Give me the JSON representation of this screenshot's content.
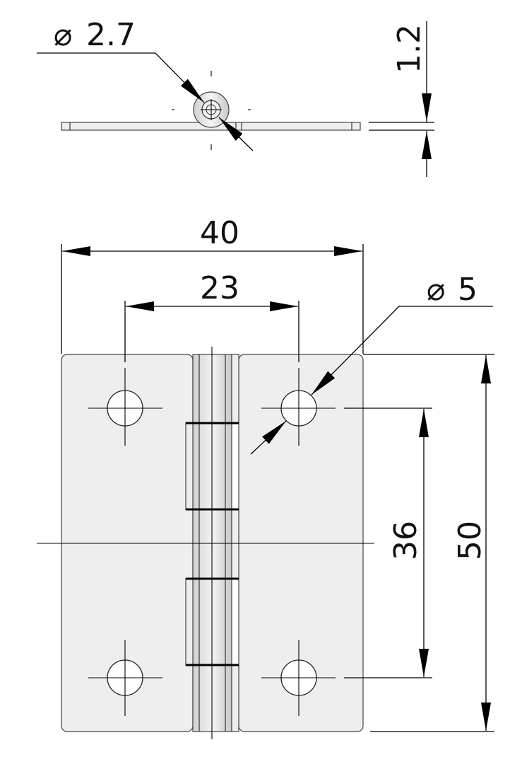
{
  "dimensions": {
    "pin_diameter": {
      "symbol": "⌀",
      "value": "2.7"
    },
    "thickness": {
      "value": "1.2"
    },
    "overall_width": {
      "value": "40"
    },
    "hole_spacing_x": {
      "value": "23"
    },
    "hole_diameter": {
      "symbol": "⌀",
      "value": "5"
    },
    "hole_spacing_y": {
      "value": "36"
    },
    "overall_height": {
      "value": "50"
    }
  },
  "colors": {
    "plate_fill": "#eeeeee",
    "knuckle_fill": "#e2e2e2",
    "line": "#000000"
  }
}
